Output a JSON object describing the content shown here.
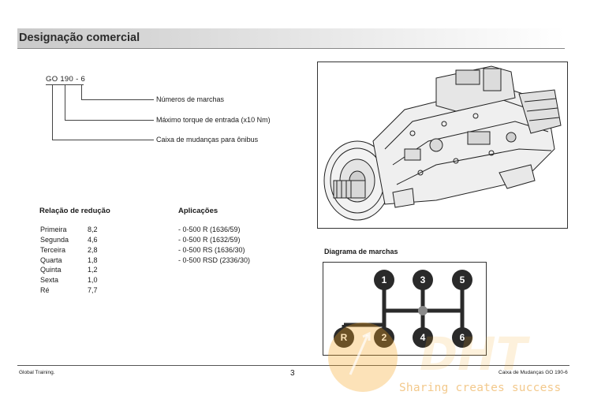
{
  "header": {
    "title": "Designação comercial"
  },
  "designation": {
    "code_prefix": "GO",
    "code_number": "190",
    "code_dash": "-",
    "code_suffix": "6",
    "labels": [
      "Números de marchas",
      "Máximo torque de entrada (x10 Nm)",
      "Caixa de mudanças para ônibus"
    ]
  },
  "ratios": {
    "heading": "Relação de redução",
    "rows": [
      {
        "gear": "Primeira",
        "value": "8,2"
      },
      {
        "gear": "Segunda",
        "value": "4,6"
      },
      {
        "gear": "Terceira",
        "value": "2,8"
      },
      {
        "gear": "Quarta",
        "value": "1,8"
      },
      {
        "gear": "Quinta",
        "value": "1,2"
      },
      {
        "gear": "Sexta",
        "value": "1,0"
      },
      {
        "gear": "Ré",
        "value": "7,7"
      }
    ]
  },
  "applications": {
    "heading": "Aplicações",
    "items": [
      "- 0-500 R (1636/59)",
      "- 0-500 R (1632/59)",
      "- 0-500 RS (1636/30)",
      "- 0-500 RSD (2336/30)"
    ]
  },
  "shift_diagram": {
    "heading": "Diagrama de marchas",
    "top_gears": [
      "1",
      "3",
      "5"
    ],
    "bottom_gears": [
      "R",
      "2",
      "4",
      "6"
    ],
    "knob_color": "#2a2a2a",
    "neutral_color": "#8a8a8a"
  },
  "footer": {
    "left": "Global Training.",
    "page": "3",
    "right": "Caixa de Mudanças GO 190-6"
  },
  "watermark": {
    "logo_text": "DHT",
    "tagline": "Sharing creates success",
    "color": "#f5a623"
  }
}
